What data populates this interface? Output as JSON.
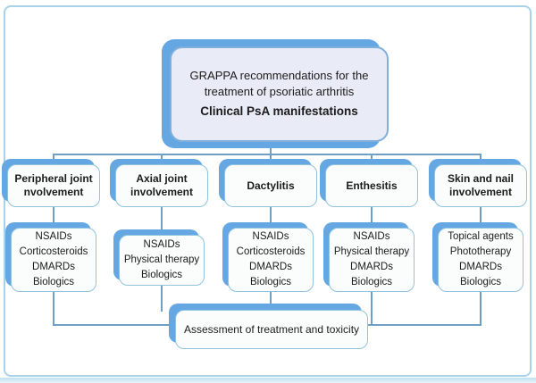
{
  "title_box": {
    "line1": "GRAPPA recommendations for the",
    "line2": "treatment of psoriatic arthritis",
    "line3": "Clinical PsA manifestations"
  },
  "columns": [
    {
      "category": "Peripheral joint nvolvement",
      "treatments": [
        "NSAIDs",
        "Corticosteroids",
        "DMARDs",
        "Biologics"
      ]
    },
    {
      "category": "Axial joint involvement",
      "treatments": [
        "NSAIDs",
        "Physical therapy",
        "Biologics"
      ]
    },
    {
      "category": "Dactylitis",
      "treatments": [
        "NSAIDs",
        "Corticosteroids",
        "DMARDs",
        "Biologics"
      ]
    },
    {
      "category": "Enthesitis",
      "treatments": [
        "NSAIDs",
        "Physical therapy",
        "DMARDs",
        "Biologics"
      ]
    },
    {
      "category": "Skin and nail involvement",
      "treatments": [
        "Topical agents",
        "Phototherapy",
        "DMARDs",
        "Biologics"
      ]
    }
  ],
  "assessment_box": {
    "label": "Assessment of treatment and toxicity"
  },
  "colors": {
    "shadow_blue": "#64a7e2",
    "box_border": "#8fc3de",
    "title_fill": "#e9ebf6",
    "box_fill": "#fbfdfc",
    "connector": "#6e9fc6",
    "outer_border": "#a8d2e8"
  }
}
